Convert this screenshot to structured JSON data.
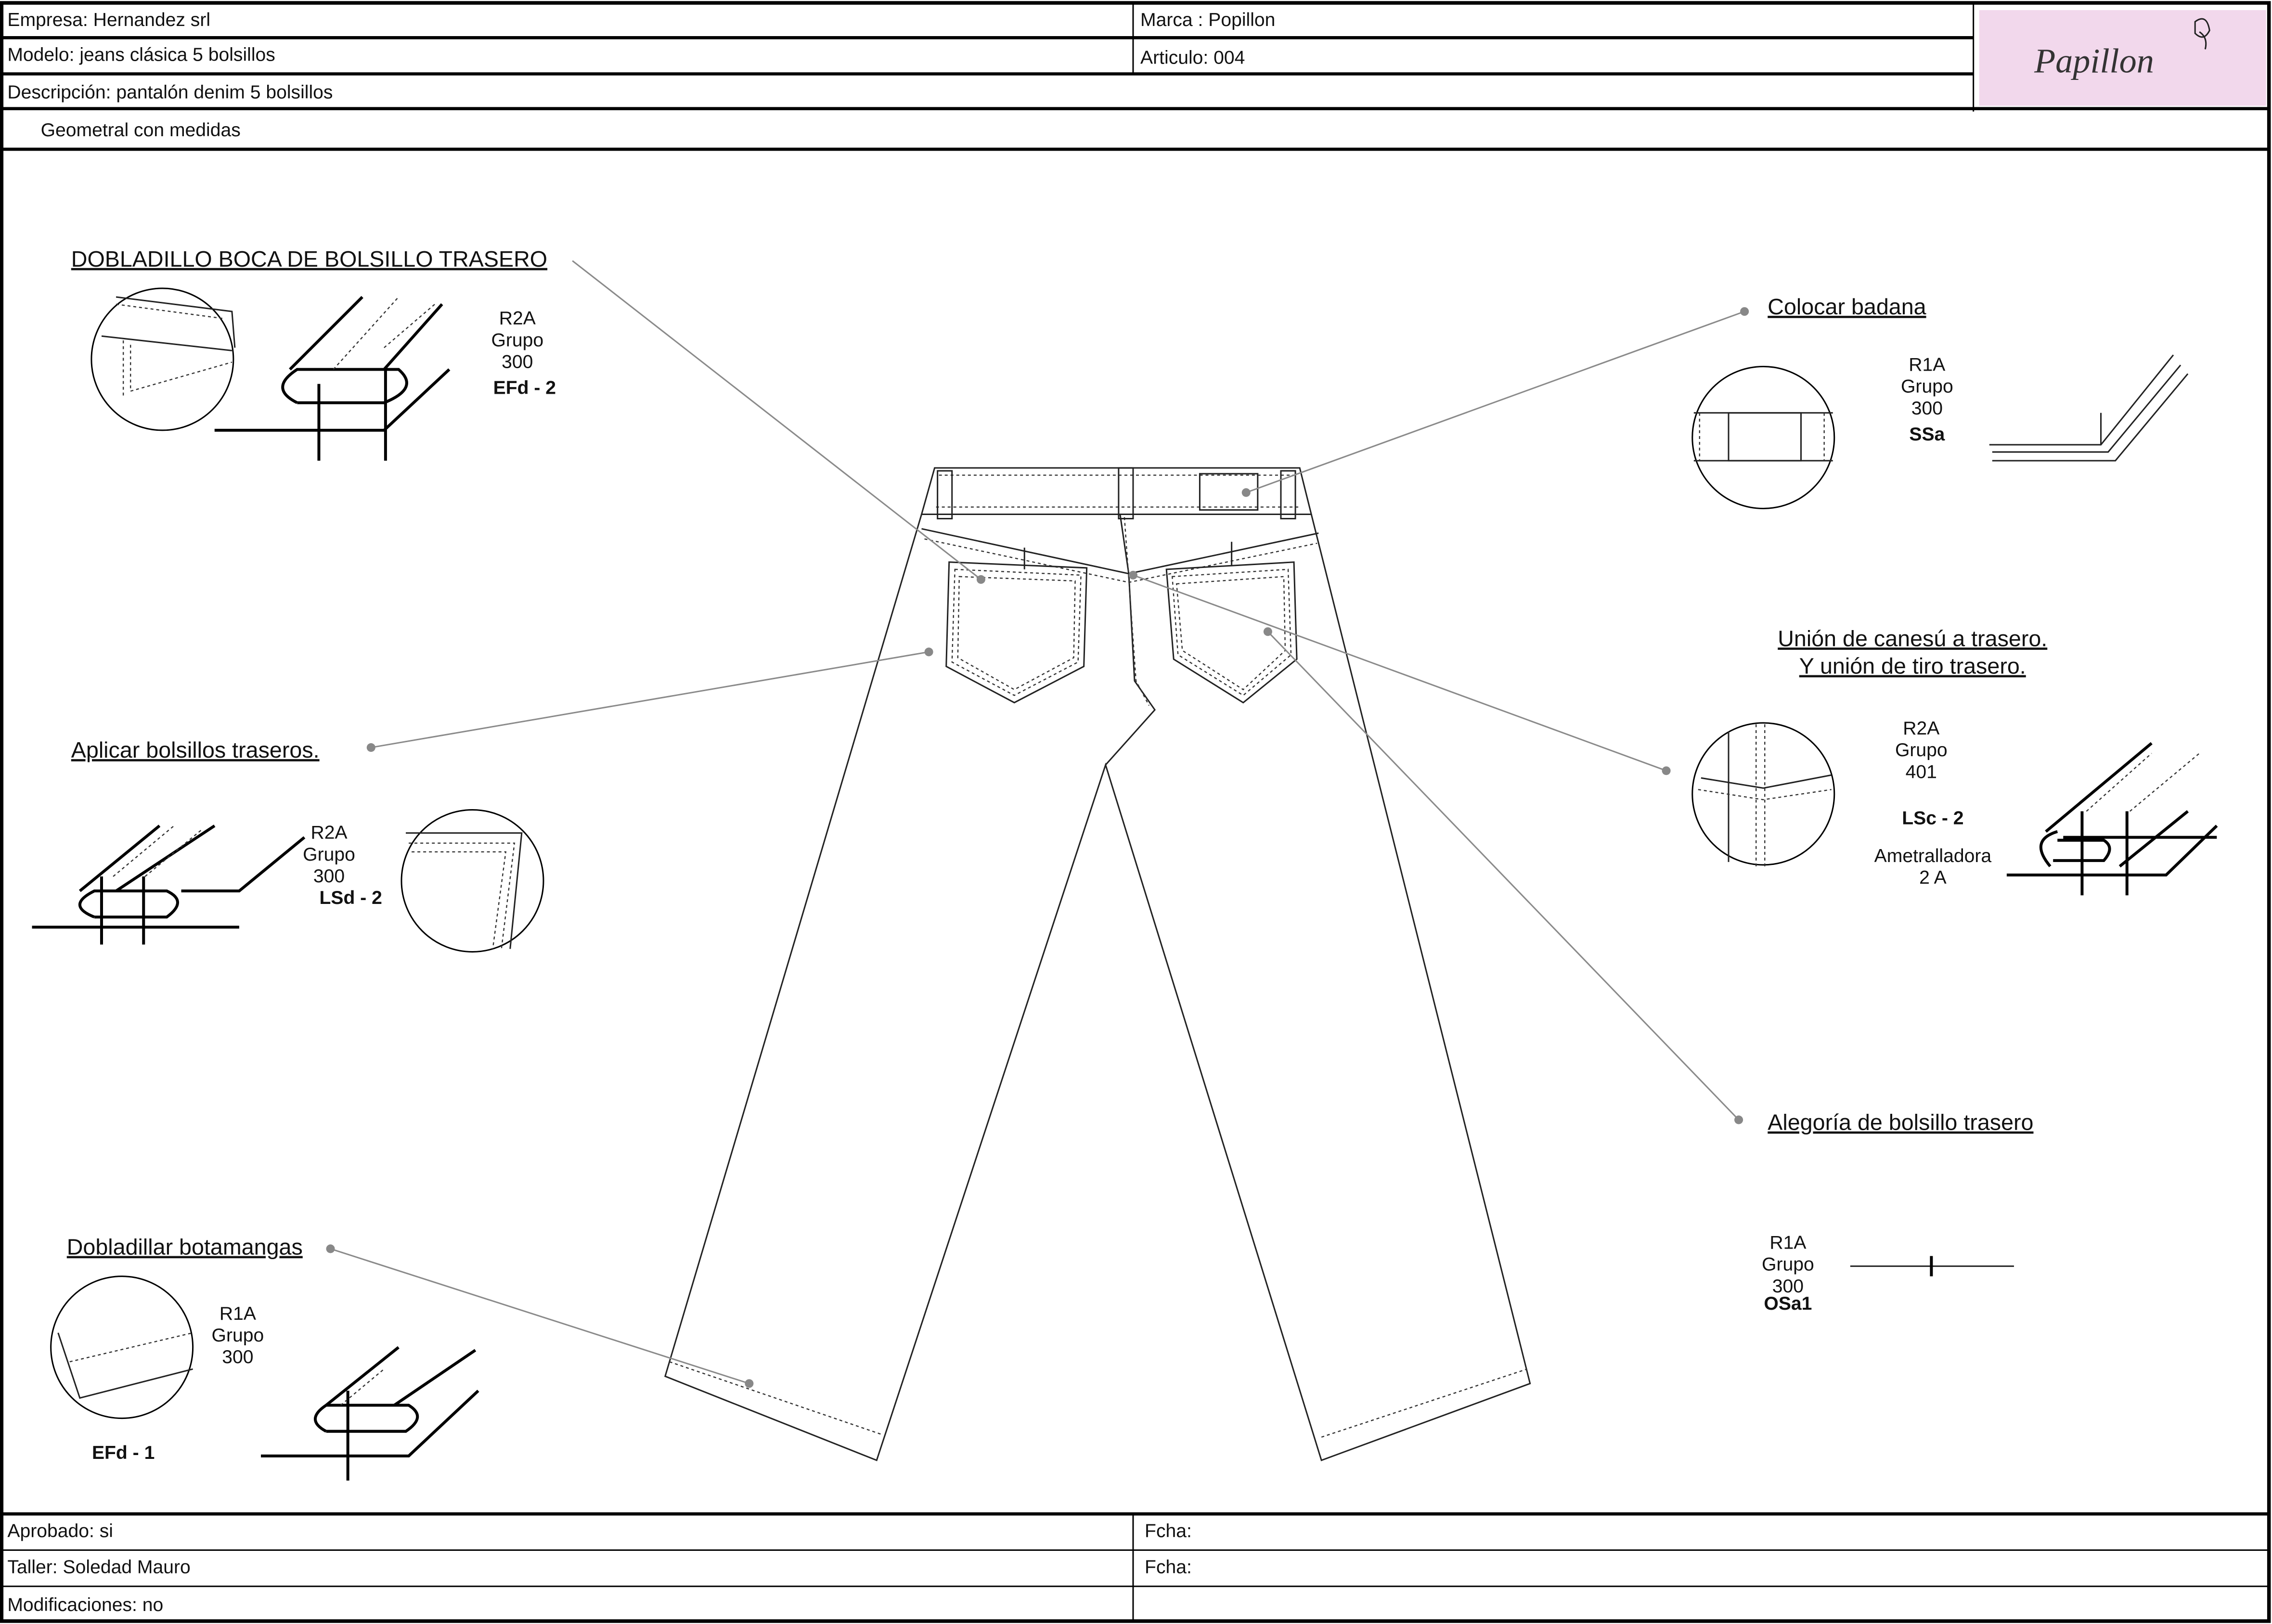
{
  "header": {
    "empresa": "Empresa: Hernandez srl",
    "marca": "Marca :  Popillon",
    "modelo": "Modelo: jeans clásica 5 bolsillos",
    "articulo": "Articulo: 004",
    "descripcion": "Descripción: pantalón denim 5 bolsillos",
    "section": "Geometral con medidas",
    "logo_text": "Papillon",
    "logo_bg": "#f2d8ec"
  },
  "callouts": {
    "dobladillo_boca": {
      "title": "DOBLADILLO BOCA DE BOLSILLO TRASERO",
      "spec": [
        "R2A",
        "Grupo",
        "300"
      ],
      "code": "EFd - 2"
    },
    "badana": {
      "title": "Colocar badana",
      "spec": [
        "R1A",
        "Grupo",
        "300"
      ],
      "code": "SSa"
    },
    "union_canesu": {
      "title1": "Unión de canesú a trasero.",
      "title2": "Y unión de tiro trasero.",
      "spec": [
        "R2A",
        "Grupo",
        "401"
      ],
      "code": "LSc - 2",
      "machine": [
        "Ametralladora",
        "2 A"
      ]
    },
    "bolsillos": {
      "title": "Aplicar bolsillos traseros.",
      "spec": [
        "R2A",
        "Grupo",
        "300"
      ],
      "code": "LSd - 2"
    },
    "alegoria": {
      "title": "Alegoría de bolsillo trasero",
      "spec": [
        "R1A",
        "Grupo",
        "300"
      ],
      "code": "OSa1"
    },
    "botamangas": {
      "title": "Dobladillar botamangas",
      "spec": [
        "R1A",
        "Grupo",
        "300"
      ],
      "code": "EFd - 1"
    }
  },
  "footer": {
    "aprobado": "Aprobado: si",
    "fcha1": "Fcha:",
    "taller": "Taller: Soledad Mauro",
    "fcha2": "Fcha:",
    "modificaciones": "Modificaciones: no"
  }
}
